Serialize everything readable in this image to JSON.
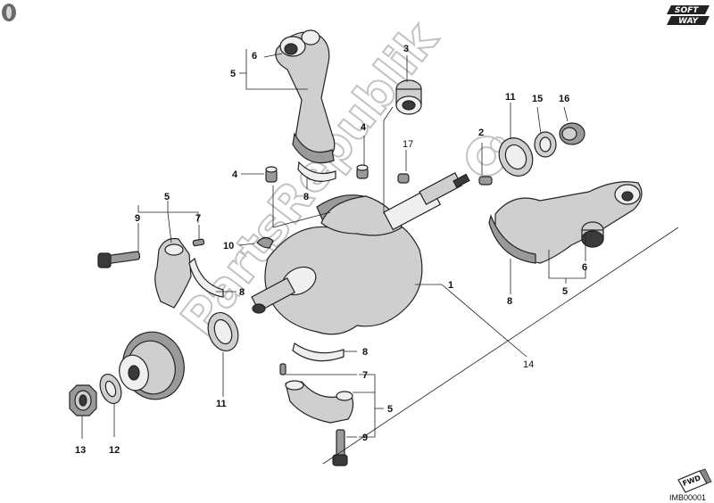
{
  "logo": {
    "line1": "SOFT",
    "line2": "WAY"
  },
  "watermark": "PartsRepublik",
  "badge": {
    "label": "FWD"
  },
  "reference_code": "IMB00001",
  "callouts": [
    {
      "id": "c-6a",
      "text": "6"
    },
    {
      "id": "c-5a",
      "text": "5"
    },
    {
      "id": "c-3",
      "text": "3"
    },
    {
      "id": "c-4a",
      "text": "4"
    },
    {
      "id": "c-4b",
      "text": "4"
    },
    {
      "id": "c-8a",
      "text": "8"
    },
    {
      "id": "c-17",
      "text": "17"
    },
    {
      "id": "c-11a",
      "text": "11"
    },
    {
      "id": "c-15",
      "text": "15"
    },
    {
      "id": "c-16",
      "text": "16"
    },
    {
      "id": "c-2",
      "text": "2"
    },
    {
      "id": "c-5b",
      "text": "5"
    },
    {
      "id": "c-9a",
      "text": "9"
    },
    {
      "id": "c-7a",
      "text": "7"
    },
    {
      "id": "c-10",
      "text": "10"
    },
    {
      "id": "c-8b",
      "text": "8"
    },
    {
      "id": "c-1",
      "text": "1"
    },
    {
      "id": "c-6b",
      "text": "6"
    },
    {
      "id": "c-8c",
      "text": "8"
    },
    {
      "id": "c-5c",
      "text": "5"
    },
    {
      "id": "c-14",
      "text": "14"
    },
    {
      "id": "c-11b",
      "text": "11"
    },
    {
      "id": "c-8d",
      "text": "8"
    },
    {
      "id": "c-7b",
      "text": "7"
    },
    {
      "id": "c-5d",
      "text": "5"
    },
    {
      "id": "c-9b",
      "text": "9"
    },
    {
      "id": "c-13",
      "text": "13"
    },
    {
      "id": "c-12",
      "text": "12"
    }
  ]
}
